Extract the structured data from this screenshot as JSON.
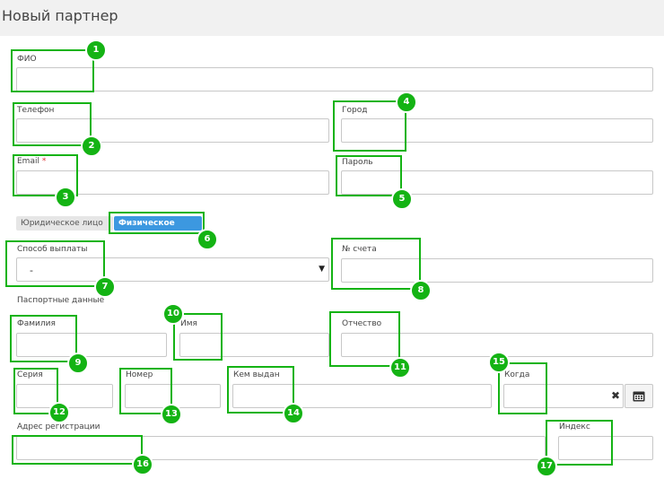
{
  "header": {
    "title": "Новый партнер"
  },
  "fields": {
    "fio": "ФИО",
    "phone": "Телефон",
    "city": "Город",
    "email": "Email",
    "email_required_mark": "*",
    "password": "Пароль",
    "payment_method": "Способ выплаты",
    "payment_method_value": "-",
    "account": "№ счета",
    "passport_section": "Паспортные данные",
    "surname": "Фамилия",
    "name": "Имя",
    "patronymic": "Отчество",
    "series": "Серия",
    "number": "Номер",
    "issued_by": "Кем выдан",
    "when": "Когда",
    "address": "Адрес регистрации",
    "index": "Индекс"
  },
  "entity_toggle": {
    "legal": "Юридическое лицо",
    "individual": "Физическое лицо",
    "selected": "individual"
  },
  "annotations": [
    "1",
    "2",
    "3",
    "4",
    "5",
    "6",
    "7",
    "8",
    "9",
    "10",
    "11",
    "12",
    "13",
    "14",
    "15",
    "16",
    "17"
  ],
  "colors": {
    "highlight": "#14b314",
    "toggle_active": "#3c98e0",
    "header_bg": "#f1f1f1"
  }
}
